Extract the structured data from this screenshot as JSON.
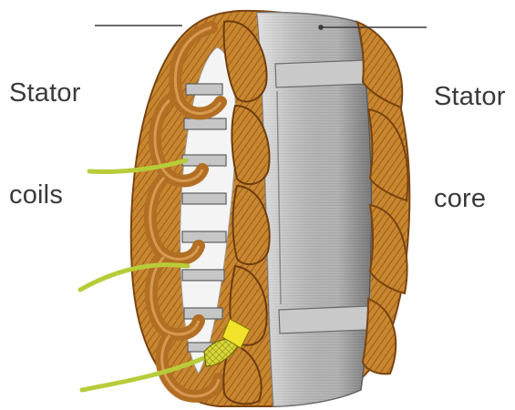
{
  "labels": {
    "stator_coils": {
      "line1": "Stator",
      "line2": "coils"
    },
    "stator_core": {
      "line1": "Stator",
      "line2": "core"
    }
  },
  "colors": {
    "copper": "#c8862f",
    "copper_dark": "#8a4f14",
    "copper_light": "#e3a858",
    "steel": "#b9b9b9",
    "steel_dark": "#7d7d7d",
    "steel_light": "#e4e4e4",
    "lead_wire": "#c8d94a",
    "lead_sleeve": "#f2e32a",
    "label_text": "#3a3a3a"
  }
}
